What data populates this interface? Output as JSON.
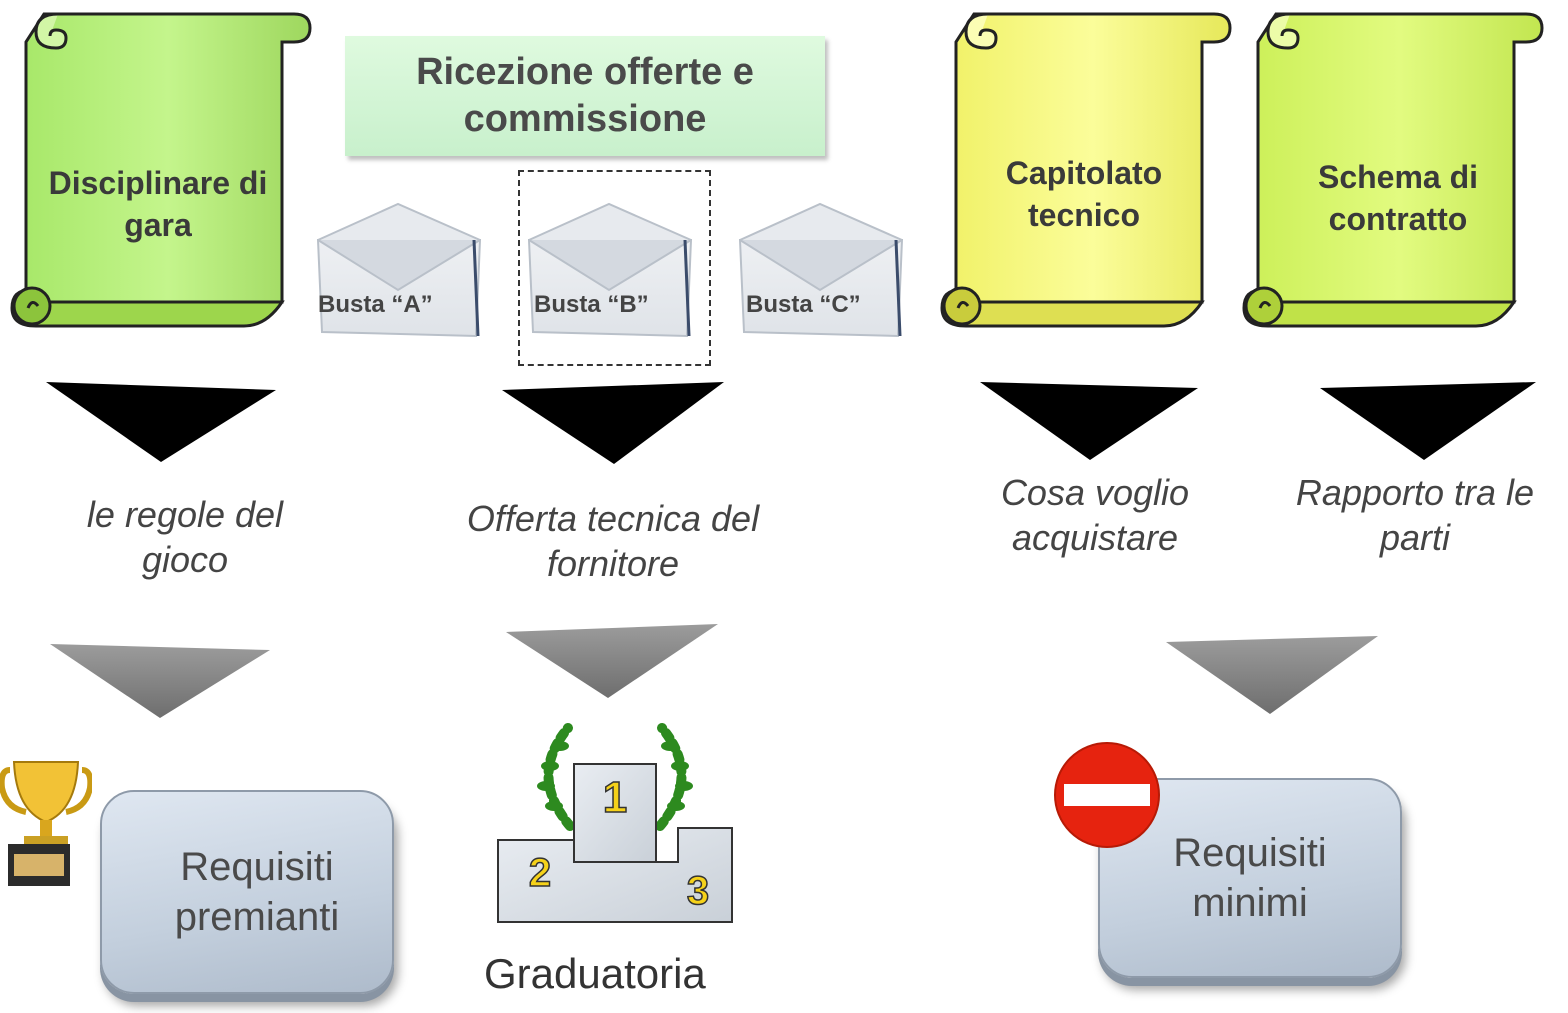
{
  "documents": {
    "disciplinare": "Disciplinare di gara",
    "capitolato": "Capitolato tecnico",
    "schema": "Schema di contratto"
  },
  "reception": "Ricezione offerte e commissione",
  "envelopes": [
    "Busta “A”",
    "Busta “B”",
    "Busta “C”"
  ],
  "descriptions": {
    "disciplinare": "le regole del gioco",
    "busta_b": "Offerta tecnica del fornitore",
    "capitolato": "Cosa voglio acquistare",
    "schema": "Rapporto tra le parti"
  },
  "results": {
    "premianti": "Requisiti premianti",
    "graduatoria": "Graduatoria",
    "minimi": "Requisiti minimi"
  },
  "podium_places": [
    "1",
    "2",
    "3"
  ],
  "colors": {
    "scroll_green": "#b8f07c",
    "scroll_yellow": "#f8fa84",
    "scroll_lime": "#d9f86c",
    "arrow_black": "#000000",
    "arrow_gray": "#8a8a8a",
    "laurel_green": "#2d8a1f",
    "no_entry_red": "#e6230f"
  }
}
